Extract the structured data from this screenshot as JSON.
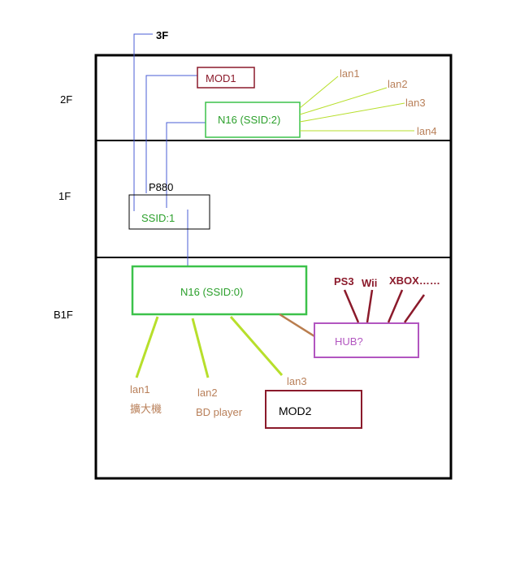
{
  "floors": {
    "top_label": "3F",
    "f2": "2F",
    "f1": "1F",
    "b1": "B1F"
  },
  "nodes": {
    "mod1": "MOD1",
    "n16_2": "N16 (SSID:2)",
    "p880": "P880",
    "ssid1": "SSID:1",
    "n16_0": "N16 (SSID:0)",
    "hub": "HUB?",
    "mod2": "MOD2"
  },
  "lans_2f": [
    "lan1",
    "lan2",
    "lan3",
    "lan4"
  ],
  "lans_b1": {
    "lan1": "lan1",
    "lan1_device": "擴大機",
    "lan2": "lan2",
    "lan2_device": "BD player",
    "lan3": "lan3"
  },
  "consoles": [
    "PS3",
    "Wii",
    "XBOX……"
  ],
  "colors": {
    "border": "#000000",
    "blue_line": "#4a5cd6",
    "mod_red": "#8b1a2b",
    "green_box": "#3cc24a",
    "green_text": "#2ca02c",
    "lan_line": "#b7df2b",
    "lan_text": "#b9805a",
    "hub_purple": "#b256c0",
    "console_line": "#8b1a2b",
    "hub_line": "#b97d4e"
  }
}
